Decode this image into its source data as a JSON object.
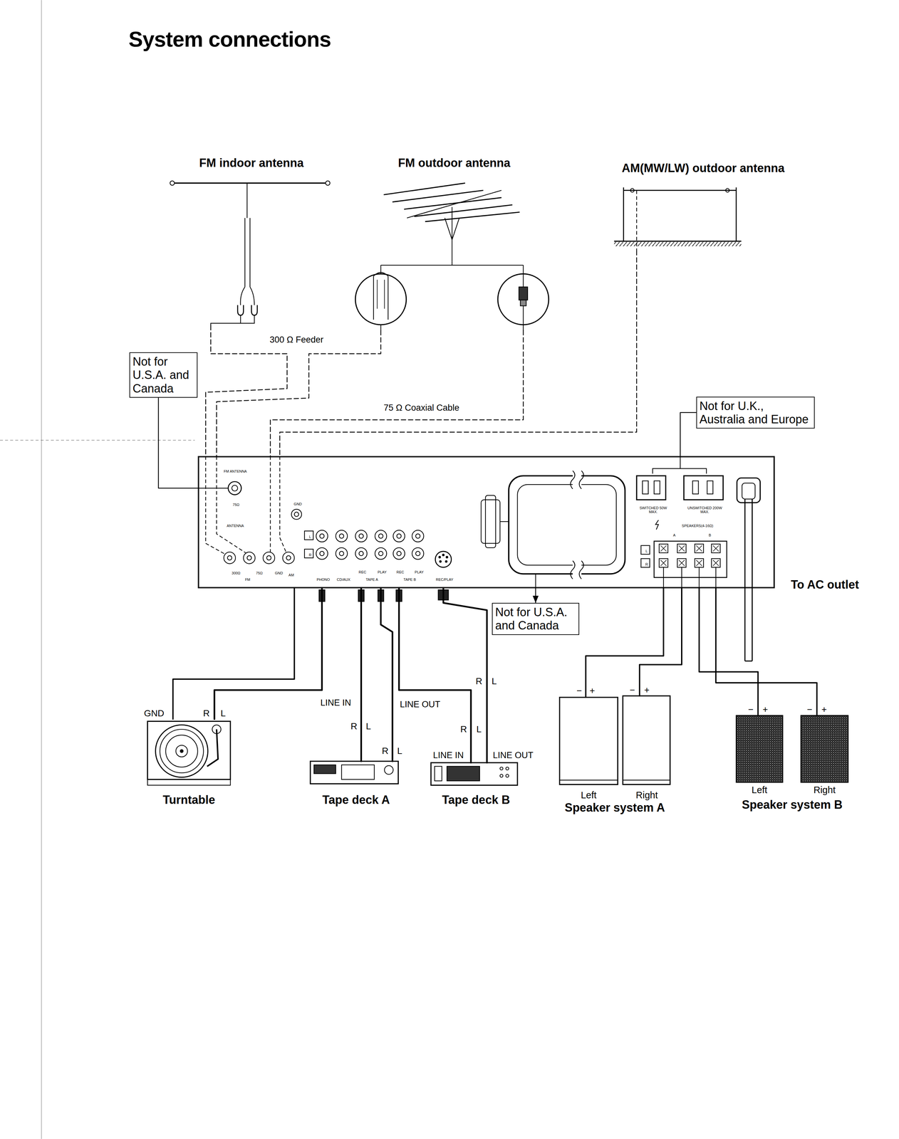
{
  "diagram": {
    "title": "System connections",
    "nodes": [
      {
        "text": [
          "FM indoor antenna"
        ]
      },
      {
        "text": [
          "FM outdoor antenna"
        ]
      },
      {
        "text": [
          "AM(MW/LW) outdoor antenna"
        ]
      },
      {
        "text": [
          "FM ANTENNA",
          "75Ω",
          "ANTENNA",
          "300Ω",
          "75Ω",
          "GND",
          "FM",
          "AM",
          "GND",
          "L",
          "R",
          "PHONO",
          "CD/AUX",
          "REC",
          "PLAY",
          "TAPE A",
          "REC",
          "PLAY",
          "TAPE B",
          "REC/PLAY",
          "SWITCHED 50W MAX.",
          "UNSWITCHED 200W MAX.",
          "SPEAKERS(4-16Ω)",
          "A",
          "B",
          "L",
          "R"
        ]
      },
      {
        "text": [
          "Turntable"
        ]
      },
      {
        "text": [
          "Tape deck A"
        ]
      },
      {
        "text": [
          "Tape deck B"
        ]
      },
      {
        "text": [
          "Left"
        ]
      },
      {
        "text": [
          "Right"
        ]
      },
      {
        "text": [
          "Left"
        ]
      },
      {
        "text": [
          "Right"
        ]
      },
      {
        "text": [
          "Not for U.S.A. and Canada"
        ]
      },
      {
        "text": [
          "Not for U.K., Australia and Europe"
        ]
      },
      {
        "text": [
          "Not for U.S.A. and Canada"
        ]
      }
    ],
    "edges": [
      {
        "from": 0,
        "to": 3,
        "label": "300 Ω Feeder",
        "arrow": "none"
      },
      {
        "from": 1,
        "to": 3,
        "arrow": "none"
      },
      {
        "from": 1,
        "to": 3,
        "label": "75 Ω Coaxial Cable",
        "arrow": "none"
      },
      {
        "from": 2,
        "to": 3,
        "arrow": "none"
      },
      {
        "from": 4,
        "to": 3,
        "arrow": "none"
      },
      {
        "from": 4,
        "to": 3,
        "arrow": "none"
      },
      {
        "from": 5,
        "to": 3,
        "label": "LINE IN",
        "arrow": "none"
      },
      {
        "from": 5,
        "to": 3,
        "label": "LINE OUT",
        "arrow": "none"
      },
      {
        "from": 6,
        "to": 3,
        "label": "LINE IN",
        "arrow": "none"
      },
      {
        "from": 6,
        "to": 3,
        "label": "LINE OUT",
        "arrow": "none"
      },
      {
        "from": 7,
        "to": 3,
        "arrow": "none"
      },
      {
        "from": 8,
        "to": 3,
        "arrow": "none"
      },
      {
        "from": 9,
        "to": 3,
        "arrow": "none"
      },
      {
        "from": 10,
        "to": 3,
        "arrow": "none"
      },
      {
        "from": 11,
        "to": 3,
        "arrow": "none"
      },
      {
        "from": 12,
        "to": 3,
        "arrow": "none"
      },
      {
        "from": 3,
        "to": 13,
        "arrow": "to"
      }
    ],
    "labels": [
      "GND",
      "R",
      "L",
      "R",
      "L",
      "R",
      "L",
      "R",
      "L",
      "R",
      "L",
      "−",
      "+",
      "−",
      "+",
      "−",
      "+",
      "−",
      "+",
      "Speaker system A",
      "Speaker system B",
      "To AC outlet"
    ]
  }
}
